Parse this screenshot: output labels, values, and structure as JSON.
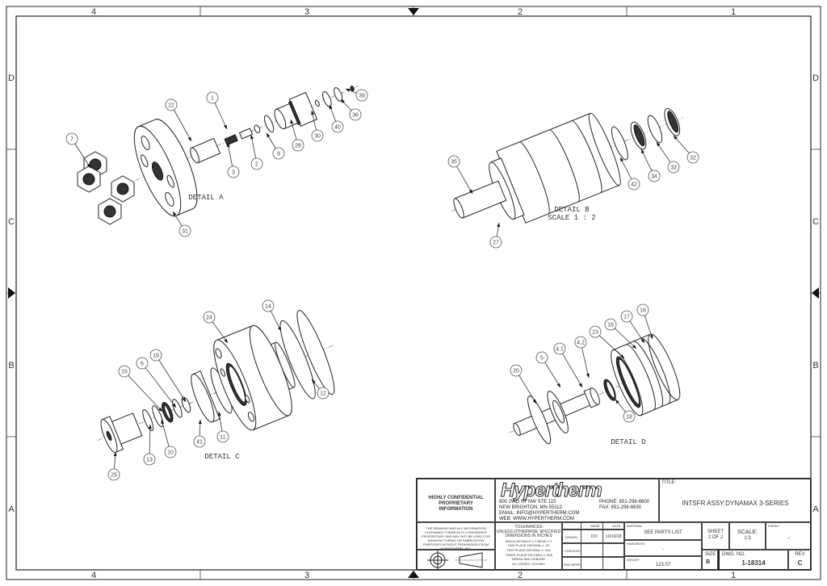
{
  "frame": {
    "columns": [
      "4",
      "3",
      "2",
      "1"
    ],
    "rows": [
      "D",
      "C",
      "B",
      "A"
    ]
  },
  "details": {
    "a": {
      "label": "DETAIL A",
      "balloons": [
        "7",
        "22",
        "1",
        "3",
        "2",
        "9",
        "28",
        "30",
        "40",
        "36",
        "39",
        "31"
      ]
    },
    "b": {
      "label": "DETAIL B",
      "scale": "SCALE 1 : 2",
      "balloons": [
        "35",
        "27",
        "42",
        "34",
        "33",
        "32"
      ]
    },
    "c": {
      "label": "DETAIL C",
      "balloons": [
        "24",
        "14",
        "12",
        "15",
        "6",
        "19",
        "41",
        "11",
        "10",
        "13",
        "25"
      ]
    },
    "d": {
      "label": "DETAIL D",
      "balloons": [
        "20",
        "5",
        "4.1",
        "4.2",
        "23",
        "16",
        "17",
        "16",
        "18"
      ]
    }
  },
  "title_block": {
    "confidential": "HIGHLY CONFIDENTIAL PROPRIETARY INFORMATION",
    "legal": "THE DRAWING AND ALL INFORMATION CONTAINED THEREON IS CONSIDERED PROPRIETARY AND MAY NOT BE USED FOR MANUFACTURING OR FABRICATION PURPOSES WITHOUT PERMISSION FROM HYPERTHERM, INC.",
    "logo": "Hypertherm",
    "address": [
      "800 2WD ST NW STE 115",
      "NEW BRIGHTON, MN 55112",
      "EMAIL: INFO@HYPERTHERM.COM",
      "WEB: WWW.HYPERTHERM.COM"
    ],
    "phone": "PHONE: 651-298-6600",
    "fax": "FAX: 651-298-6630",
    "title_label": "TITLE:",
    "title": "INTSFR ASSY:DYNAMAX 3-SERIES",
    "tolerances": [
      "-TOLERANCES-",
      "UNLESS OTHERWISE SPECIFIED",
      "DIMENSIONS IN INCHES",
      "ANGULAR MACH ± 1  BEND ± 1",
      "ONE PLACE DECIMAL ± .02",
      "TWO PLACE DECIMAL ± .015",
      "THREE PLACE DECIMAL ± .005",
      "BREAK AND DEBURR",
      "ALL EDGES .015 MAX"
    ],
    "name_header": "NAME",
    "date_header": "DATE",
    "drawn_label": "DRAWN",
    "drawn_name": "DO",
    "drawn_date": "10/19/18",
    "checked_label": "CHECKED",
    "eng_appr_label": "ENG APPR.",
    "material_label": "MATERIAL",
    "material": "SEE PARTS LIST",
    "hardness_label": "HARDNESS",
    "hardness": "-",
    "weight_label": "WEIGHT",
    "weight": "123.57",
    "sheet_label": "SHEET",
    "sheet": "2 OF 2",
    "scale_label": "SCALE:",
    "scale": "1:3",
    "finish_label": "FINISH",
    "finish": "-",
    "size_label": "SIZE",
    "size": "B",
    "dwg_label": "DWG. NO.",
    "dwg_no": "1-18314",
    "rev_label": "REV",
    "rev": "C"
  }
}
